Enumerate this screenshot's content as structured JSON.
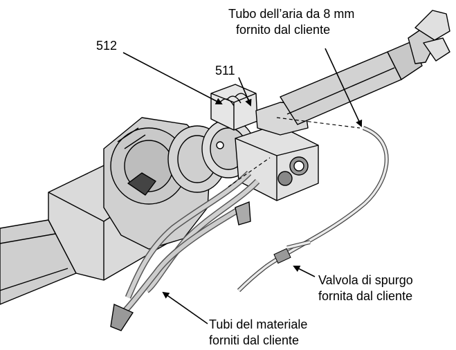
{
  "labels": {
    "callout_512": "512",
    "callout_511": "511",
    "air_tube_line1": "Tubo dell’aria da 8 mm",
    "air_tube_line2": "fornito dal cliente",
    "purge_valve_line1": "Valvola di spurgo",
    "purge_valve_line2": "fornita dal cliente",
    "material_hoses_line1": "Tubi del materiale",
    "material_hoses_line2": "forniti dal cliente"
  }
}
